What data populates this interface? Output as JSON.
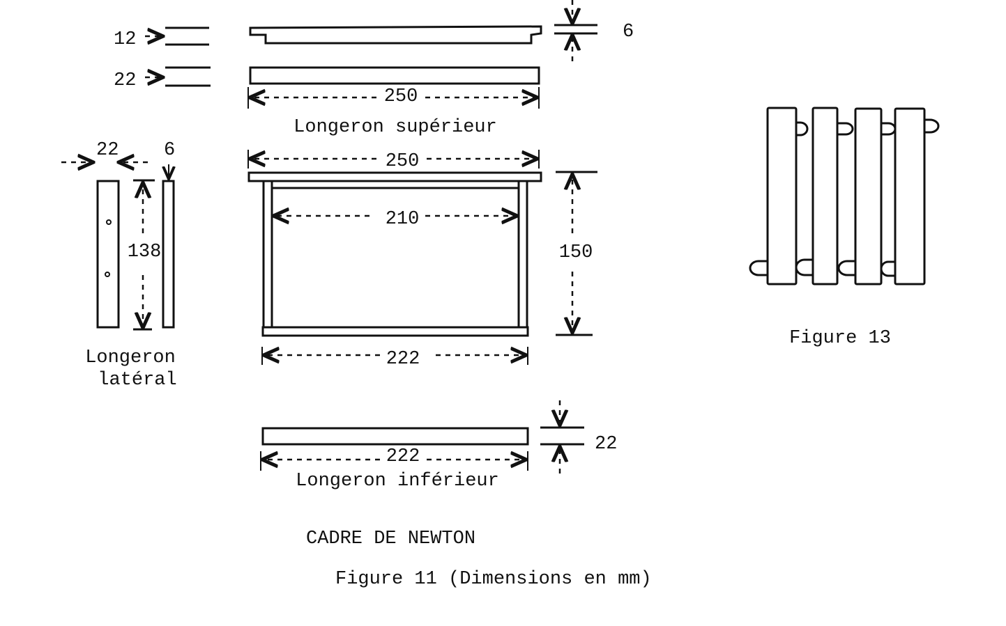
{
  "figure11": {
    "top_bar": {
      "edge_dim_a": "12",
      "edge_dim_b": "22",
      "thickness": "6",
      "length": "250",
      "label": "Longeron supérieur"
    },
    "side_bar": {
      "width": "22",
      "thickness": "6",
      "height": "138",
      "label_line1": "Longeron",
      "label_line2": "latéral"
    },
    "frame": {
      "outer_width": "250",
      "inner_width": "210",
      "height": "150",
      "bottom_width": "222"
    },
    "bottom_bar": {
      "length": "222",
      "thickness": "22",
      "label": "Longeron inférieur"
    },
    "title": "CADRE DE NEWTON",
    "caption": "Figure 11 (Dimensions en mm)"
  },
  "figure13": {
    "caption": "Figure 13"
  }
}
